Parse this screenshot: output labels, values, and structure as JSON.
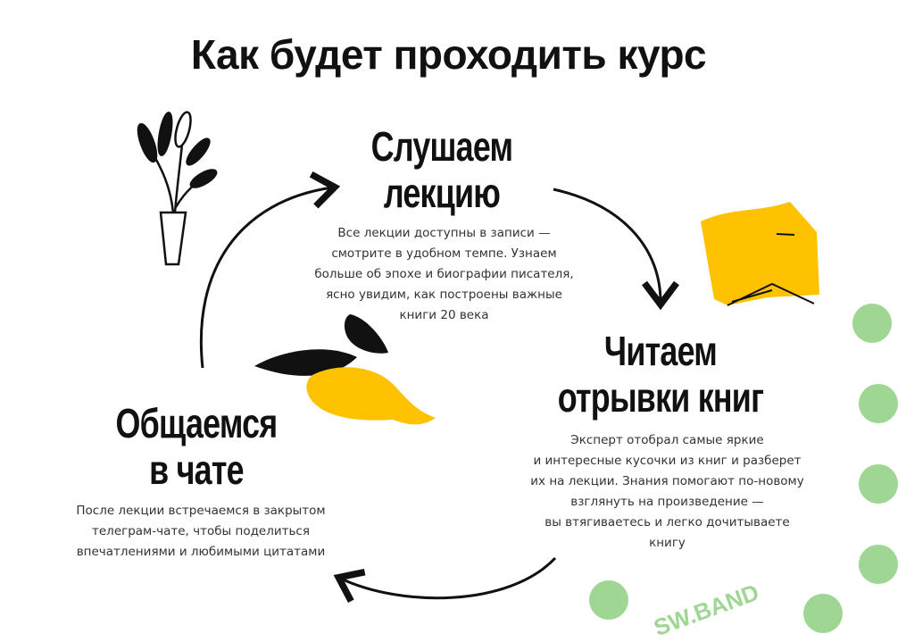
{
  "title": "Как будет проходить курс",
  "steps": [
    {
      "heading_1": "Слушаем",
      "heading_2": "лекцию",
      "text": "Все лекции доступны в записи —\nсмотрите в удобном темпе. Узнаем\nбольше об эпохе и биографии писателя,\nясно увидим, как построены важные\nкниги 20 века"
    },
    {
      "heading_1": "Читаем",
      "heading_2": "отрывки книг",
      "text": "Эксперт отобрал самые яркие\nи интересные кусочки из книг и разберет\nих на лекции. Знания помогают по-новому\nвзглянуть на произведение —\nвы втягиваетесь и легко дочитываете\nкнигу"
    },
    {
      "heading_1": "Общаемся",
      "heading_2": "в чате",
      "text": "После лекции встречаемся в закрытом\nтелеграм-чате, чтобы поделиться\nвпечатлениями и любимыми цитатами"
    }
  ],
  "colors": {
    "accent": "#FFC200",
    "ink": "#111111",
    "watermark": "#50B43C"
  },
  "watermark": "SW.BAND"
}
